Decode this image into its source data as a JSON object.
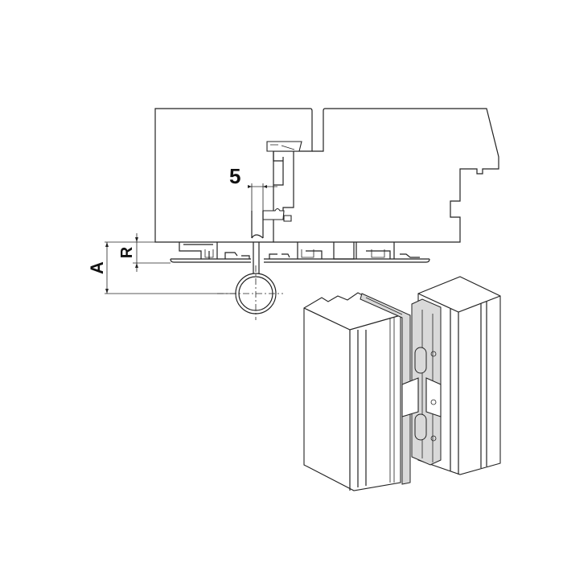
{
  "labels": {
    "gap_dimension": "5",
    "dimension_a": "A",
    "dimension_r": "R"
  }
}
